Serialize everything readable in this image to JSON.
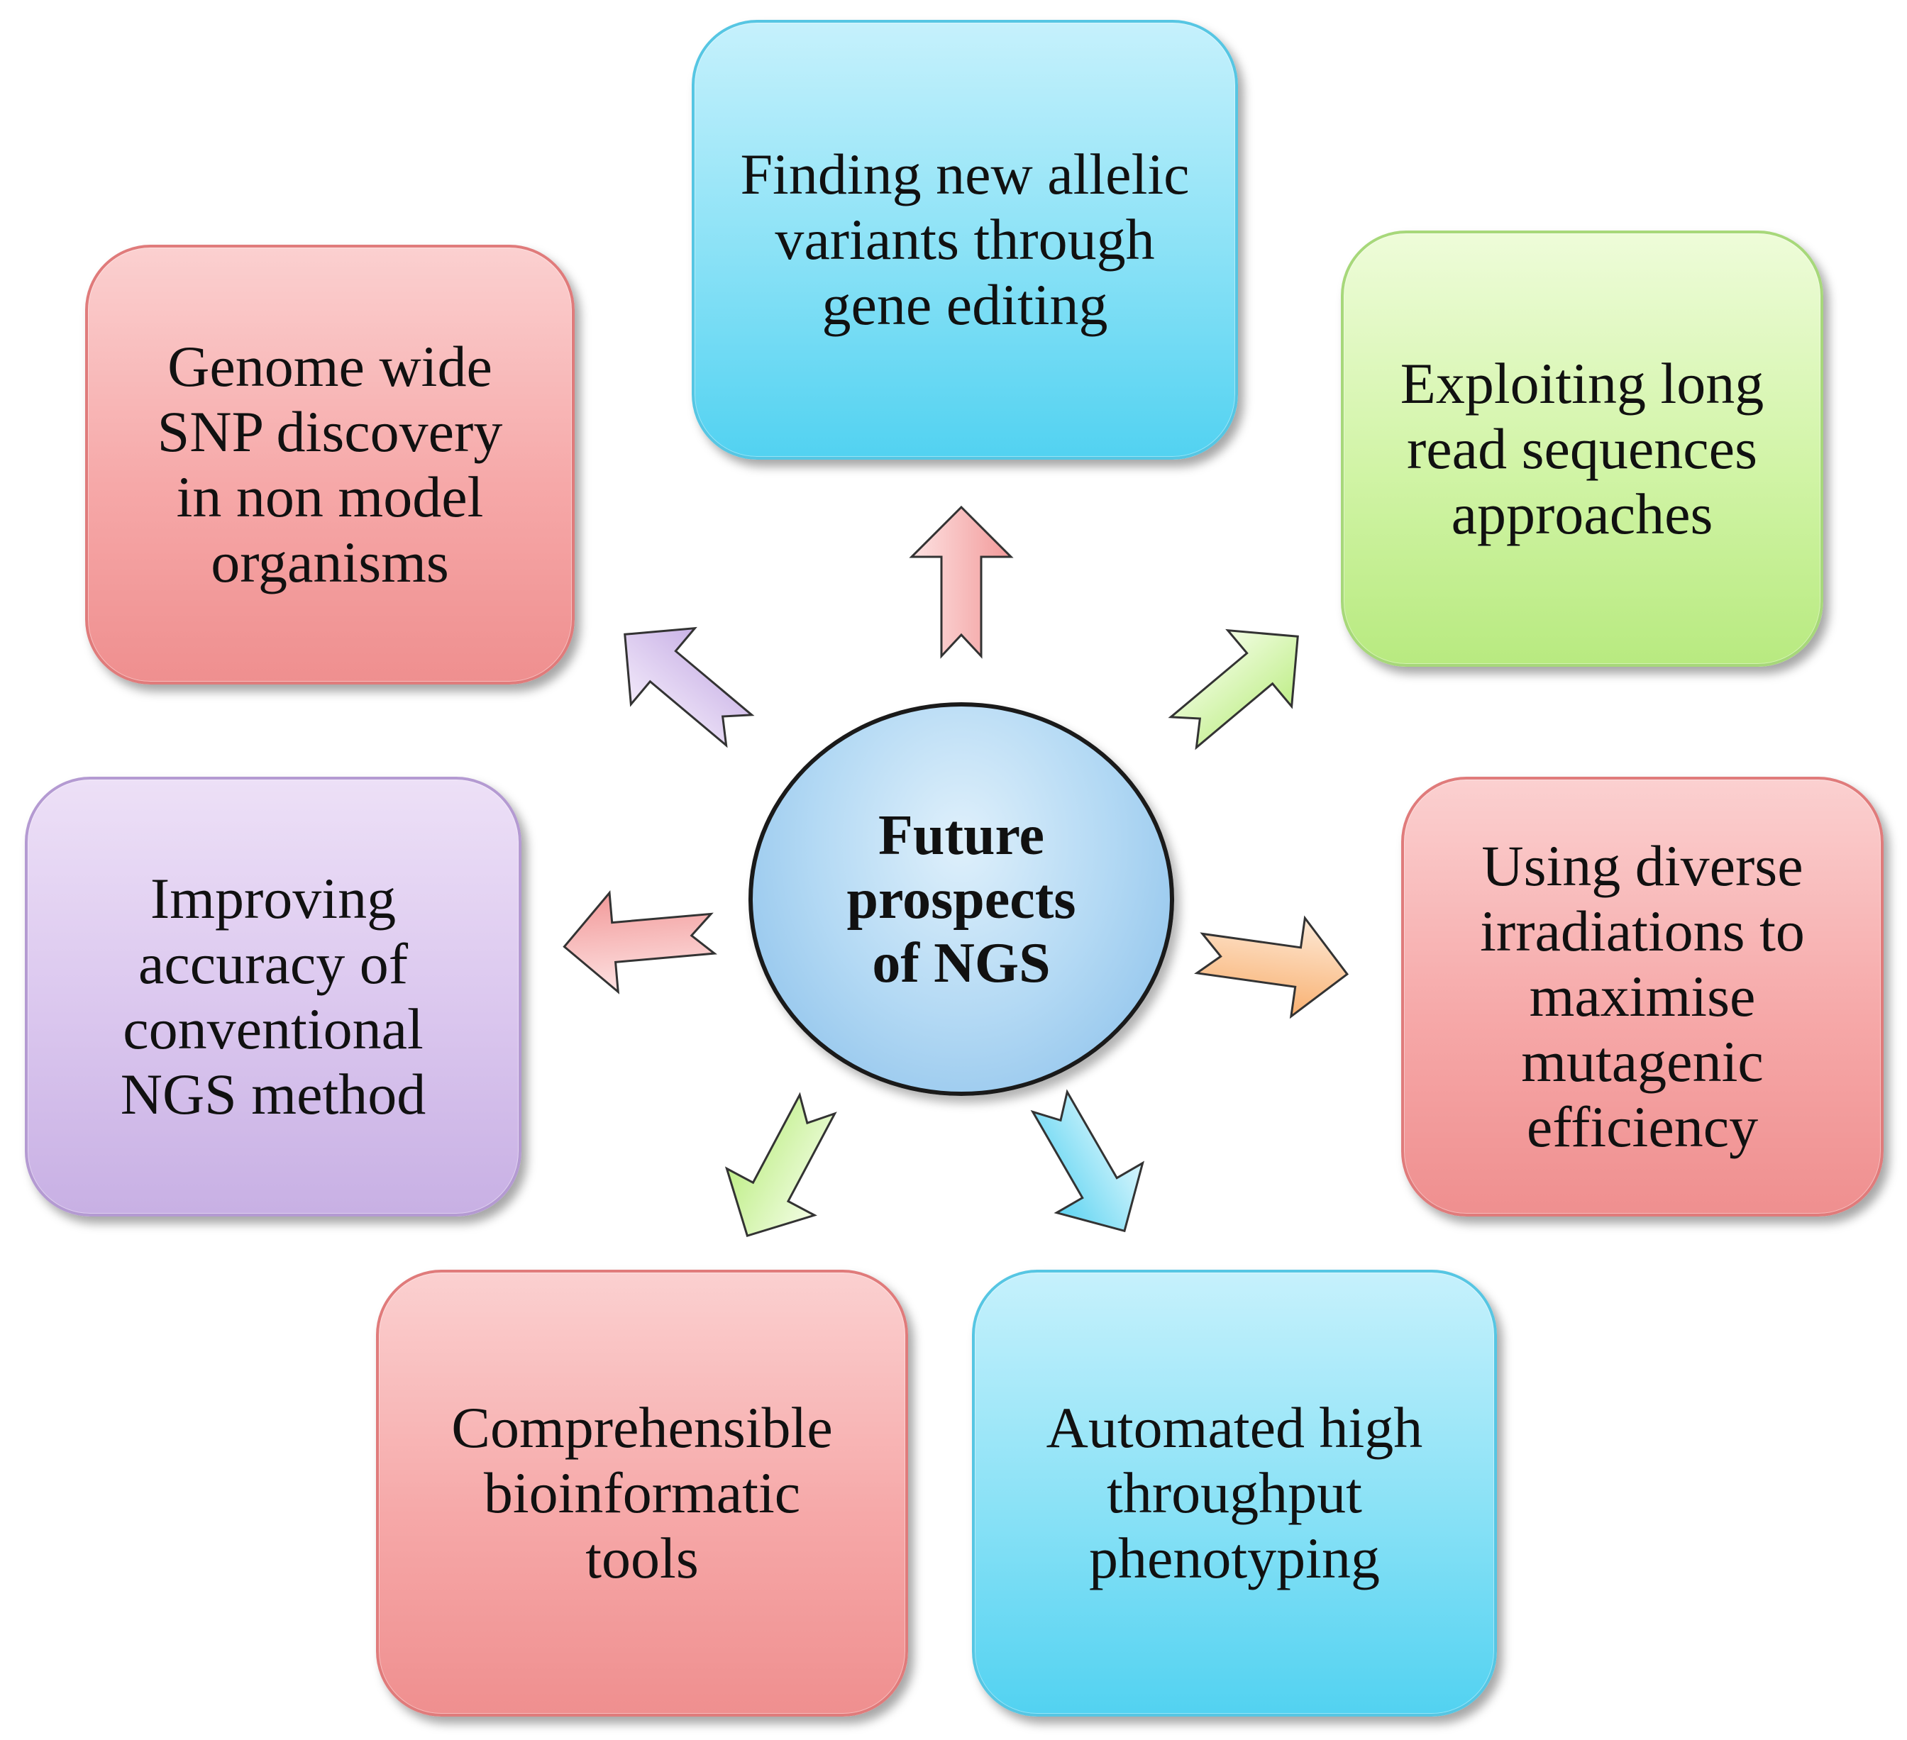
{
  "center": {
    "label": "Future\nprospects\nof NGS"
  },
  "boxes": {
    "top": {
      "label": "Finding new allelic\nvariants through\ngene editing"
    },
    "top_left": {
      "label": "Genome wide\nSNP discovery\nin non model\norganisms"
    },
    "top_right": {
      "label": "Exploiting long\nread sequences\napproaches"
    },
    "left": {
      "label": "Improving\naccuracy of\nconventional\nNGS method"
    },
    "right": {
      "label": "Using diverse\nirradiations to\nmaximise\nmutagenic\nefficiency"
    },
    "bottom_left": {
      "label": "Comprehensible\nbioinformatic\ntools"
    },
    "bottom_right": {
      "label": "Automated high\nthroughput\nphenotyping"
    }
  },
  "colors": {
    "red": "#f6a8a8",
    "cyan": "#88e1f6",
    "green": "#d1f4a6",
    "purple": "#dac6ee",
    "orange": "#fbc08e",
    "center_blue": "#b3d9f4"
  }
}
